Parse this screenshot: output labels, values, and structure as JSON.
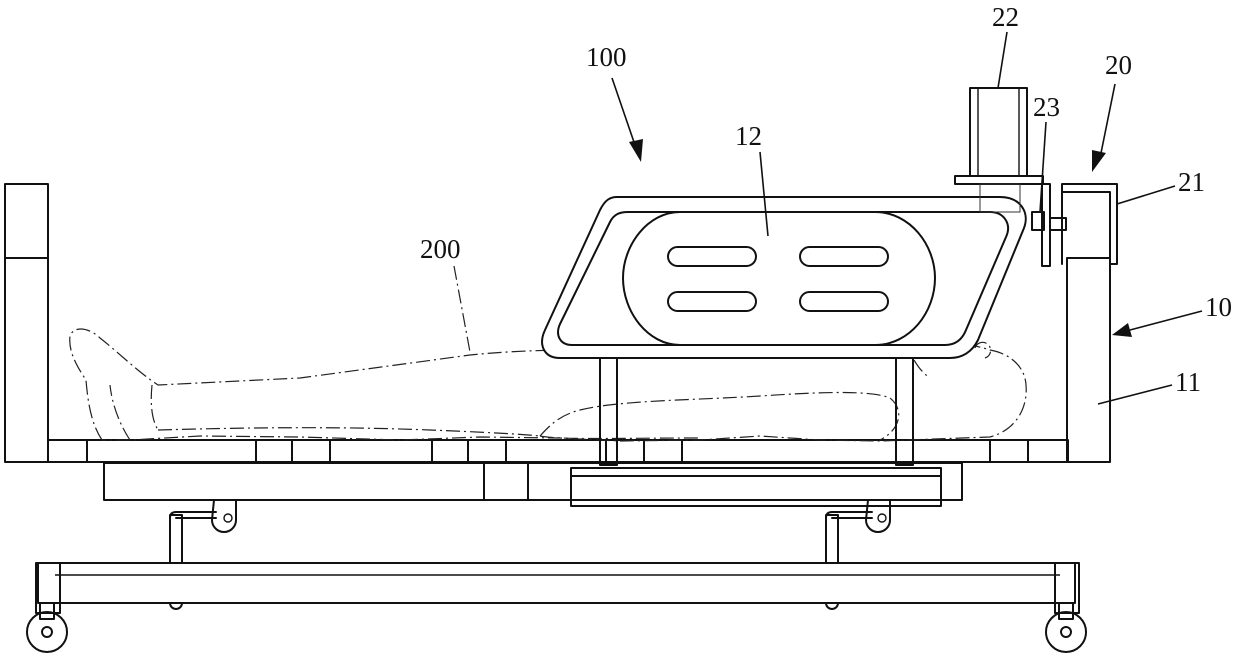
{
  "labels": {
    "device": "100",
    "bed": "10",
    "bed_frame": "11",
    "pad": "12",
    "unit": "20",
    "bracket": "21",
    "column": "22",
    "knob": "23",
    "patient": "200"
  }
}
